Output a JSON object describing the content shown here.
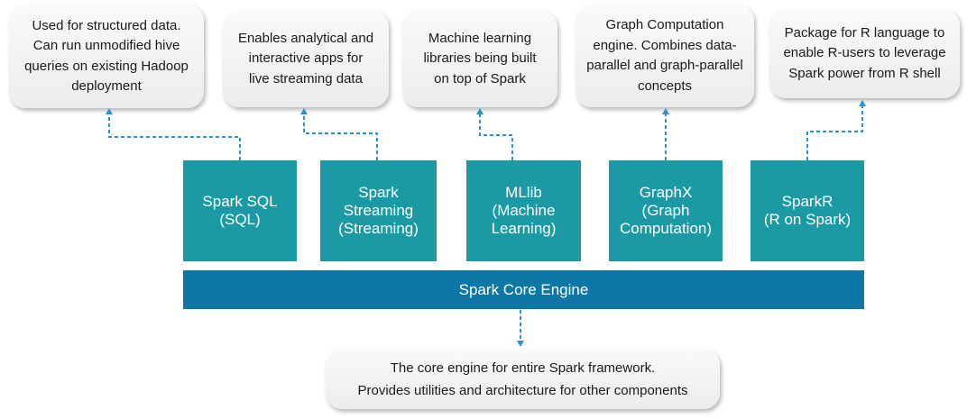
{
  "callouts": [
    {
      "id": "sql",
      "lines": [
        "Used for structured data.",
        "Can run unmodified hive",
        "queries on existing Hadoop",
        "deployment"
      ]
    },
    {
      "id": "streaming",
      "lines": [
        "Enables analytical and",
        "interactive apps for",
        "live streaming data"
      ]
    },
    {
      "id": "mllib",
      "lines": [
        "Machine learning",
        "libraries being built",
        "on top of Spark"
      ]
    },
    {
      "id": "graphx",
      "lines": [
        "Graph Computation",
        "engine. Combines data-",
        "parallel and graph-parallel",
        "concepts"
      ]
    },
    {
      "id": "sparkr",
      "lines": [
        "Package for R language to",
        "enable R-users to leverage",
        "Spark power from R shell"
      ]
    }
  ],
  "modules": [
    {
      "id": "sql",
      "label": "Spark SQL\n(SQL)"
    },
    {
      "id": "streaming",
      "label": "Spark\nStreaming\n(Streaming)"
    },
    {
      "id": "mllib",
      "label": "MLlib\n(Machine\nLearning)"
    },
    {
      "id": "graphx",
      "label": "GraphX\n(Graph\nComputation)"
    },
    {
      "id": "sparkr",
      "label": "SparkR\n(R on Spark)"
    }
  ],
  "core": {
    "label": "Spark Core Engine",
    "callout_lines": [
      "The core engine for entire Spark framework.",
      "Provides utilities and architecture for other components"
    ]
  },
  "colors": {
    "module": "#1b9aa6",
    "core": "#0e77a6",
    "connector": "#2a90d6",
    "callout": "#f0f0f0"
  }
}
